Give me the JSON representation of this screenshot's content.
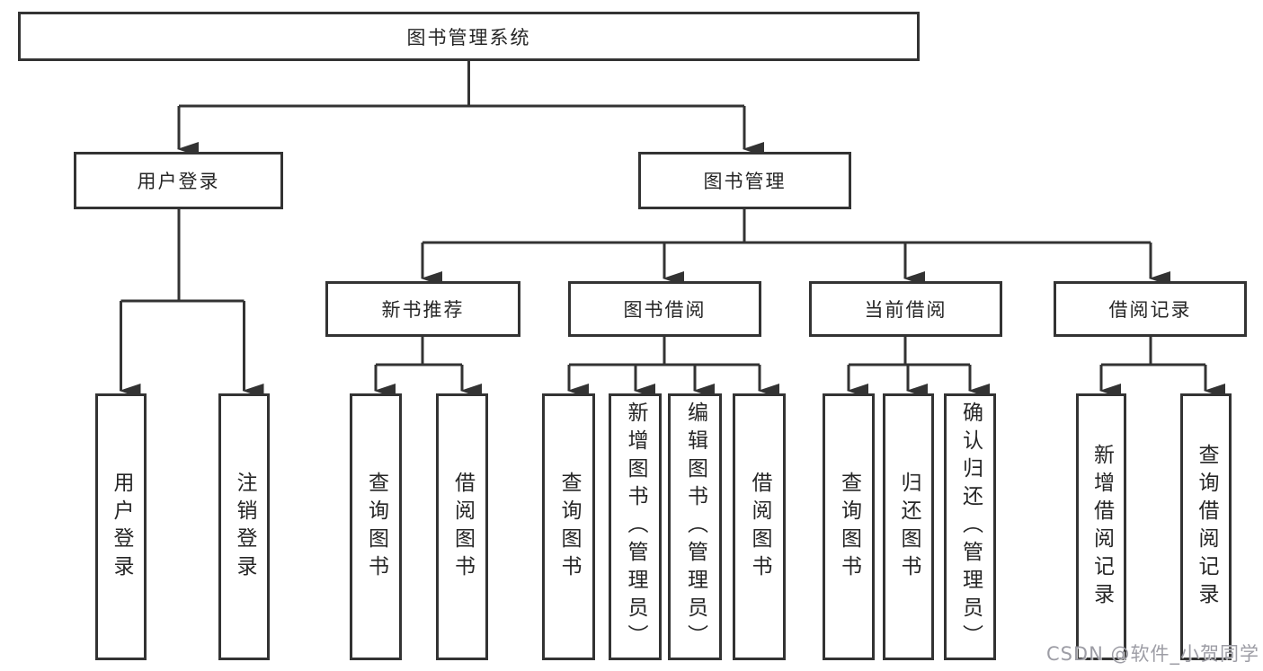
{
  "tree": {
    "label": "图书管理系统",
    "children": [
      {
        "label": "用户登录",
        "children": [
          {
            "label": "用户登录"
          },
          {
            "label": "注销登录"
          }
        ]
      },
      {
        "label": "图书管理",
        "children": [
          {
            "label": "新书推荐",
            "children": [
              {
                "label": "查询图书"
              },
              {
                "label": "借阅图书"
              }
            ]
          },
          {
            "label": "图书借阅",
            "children": [
              {
                "label": "查询图书"
              },
              {
                "label": "新增图书（管理员）"
              },
              {
                "label": "编辑图书（管理员）"
              },
              {
                "label": "借阅图书"
              }
            ]
          },
          {
            "label": "当前借阅",
            "children": [
              {
                "label": "查询图书"
              },
              {
                "label": "归还图书"
              },
              {
                "label": "确认归还（管理员）"
              }
            ]
          },
          {
            "label": "借阅记录",
            "children": [
              {
                "label": "新增借阅记录"
              },
              {
                "label": "查询借阅记录"
              }
            ]
          }
        ]
      }
    ]
  },
  "watermark": {
    "text": "CSDN @软件_小贺同学"
  },
  "colors": {
    "line": "#333333",
    "box_border": "#333333",
    "text": "#262626",
    "watermark": "#9898a0",
    "background": "#ffffff"
  }
}
